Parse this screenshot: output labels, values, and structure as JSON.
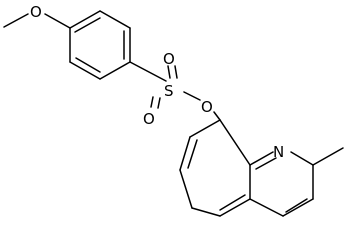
{
  "molecule": {
    "atom_labels": {
      "methoxy_oxygen": "O",
      "sulfur": "S",
      "sulfonyl_oxygen_top": "O",
      "sulfonyl_oxygen_bottom": "O",
      "ester_oxygen": "O",
      "ring_nitrogen": "N"
    },
    "colors": {
      "bond": "#000000",
      "label": "#000000",
      "background": "#ffffff"
    }
  }
}
